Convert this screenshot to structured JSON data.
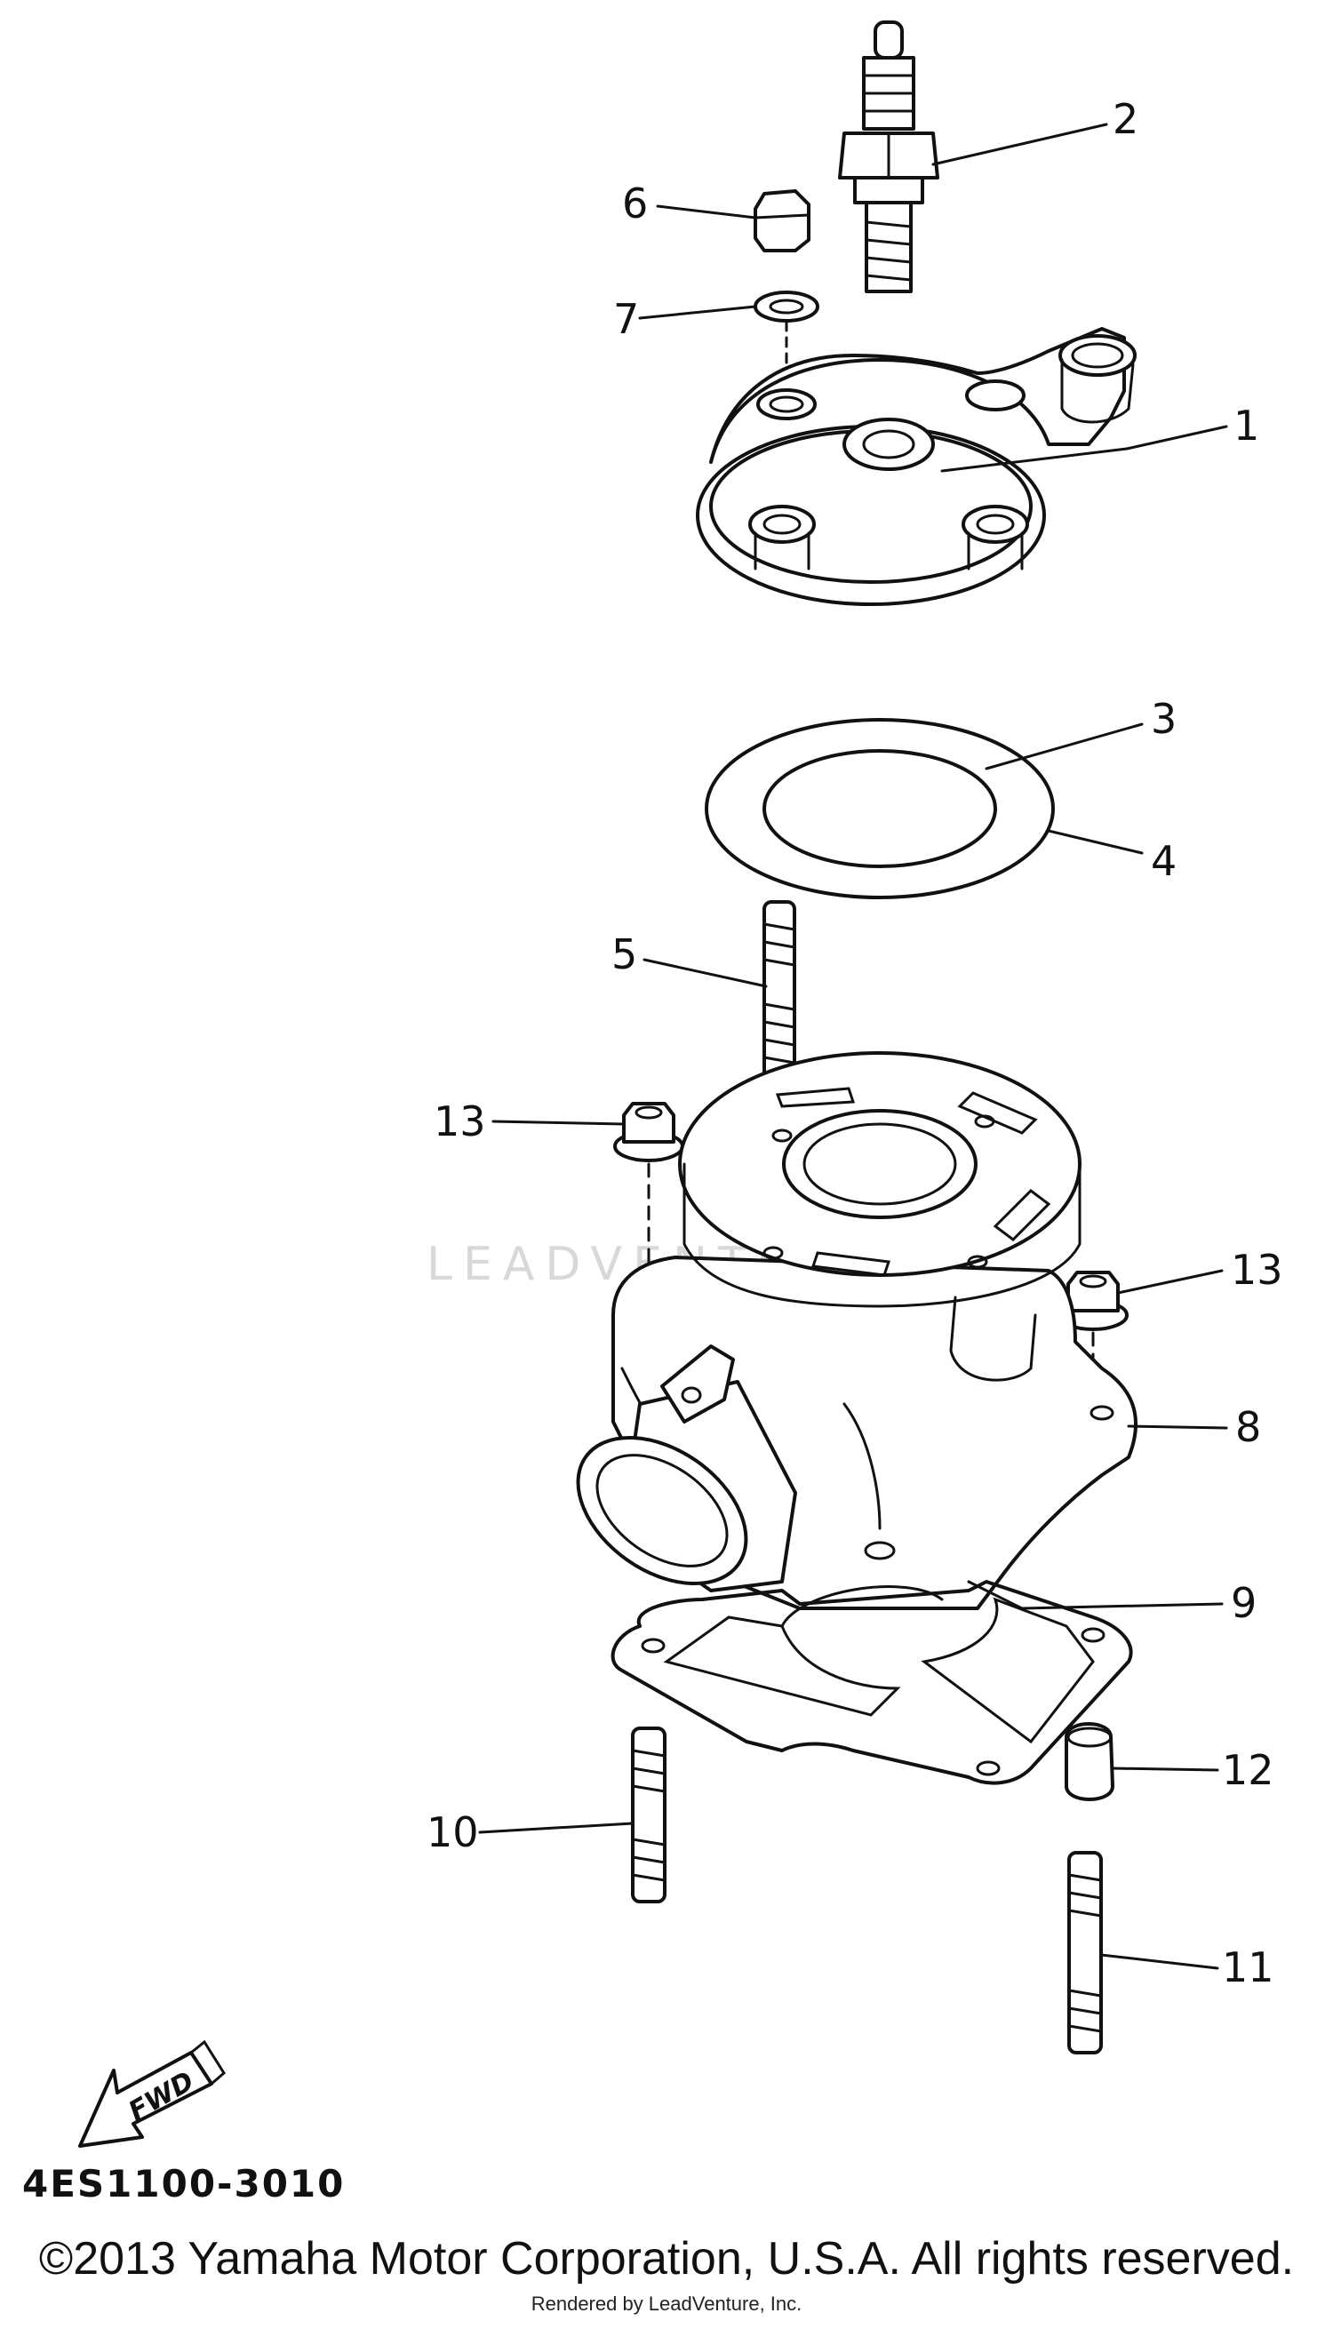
{
  "diagram": {
    "callouts": [
      {
        "id": "1",
        "text": "1"
      },
      {
        "id": "2",
        "text": "2"
      },
      {
        "id": "3",
        "text": "3"
      },
      {
        "id": "4",
        "text": "4"
      },
      {
        "id": "5",
        "text": "5"
      },
      {
        "id": "6",
        "text": "6"
      },
      {
        "id": "7",
        "text": "7"
      },
      {
        "id": "8",
        "text": "8"
      },
      {
        "id": "9",
        "text": "9"
      },
      {
        "id": "10",
        "text": "10"
      },
      {
        "id": "11",
        "text": "11"
      },
      {
        "id": "12",
        "text": "12"
      },
      {
        "id": "13a",
        "text": "13"
      },
      {
        "id": "13b",
        "text": "13"
      }
    ],
    "fwd_label": "FWD",
    "part_number": "4ES1100-3010",
    "watermark": "LEADVENTURE"
  },
  "footer": {
    "copyright": "©2013 Yamaha Motor Corporation, U.S.A. All rights reserved.",
    "rendered_by": "Rendered by LeadVenture, Inc."
  }
}
